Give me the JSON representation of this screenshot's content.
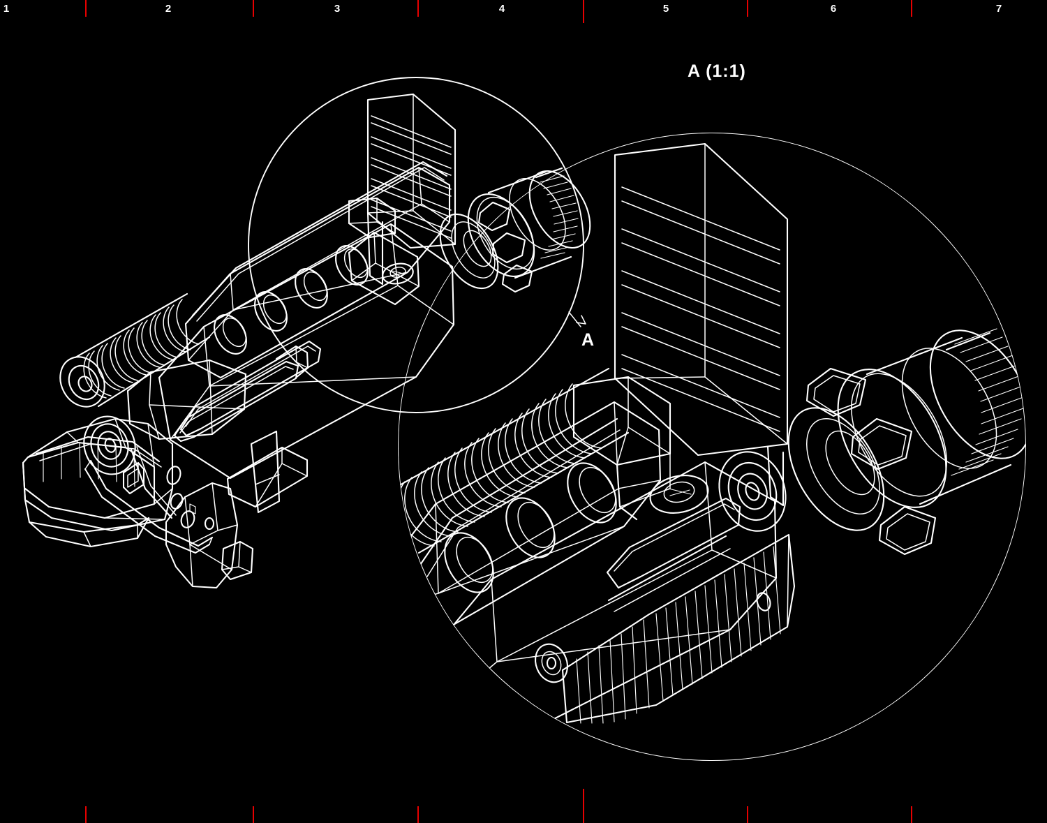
{
  "app": {
    "kind": "cad-technical-drawing",
    "background_color": "#000000",
    "line_color": "#ffffff",
    "accent_color": "#e60000"
  },
  "ruler": {
    "top_numbers": [
      "1",
      "2",
      "3",
      "4",
      "5",
      "6",
      "7"
    ],
    "top_number_x": [
      6,
      240,
      482,
      718,
      953,
      1193,
      1430
    ],
    "top_tick_x": [
      122,
      362,
      598,
      835,
      1070,
      1305
    ],
    "bottom_tick_x": [
      122,
      362,
      598,
      835,
      1070,
      1305
    ]
  },
  "detail_view": {
    "title": "A (1:1)",
    "callout_letter": "A",
    "scale": "1:1"
  },
  "drawing": {
    "subject": "blaster rifle isometric wireframe",
    "views": [
      {
        "name": "main-assembly-view",
        "scale": ""
      },
      {
        "name": "detail-view-a",
        "scale": "1:1"
      }
    ]
  }
}
